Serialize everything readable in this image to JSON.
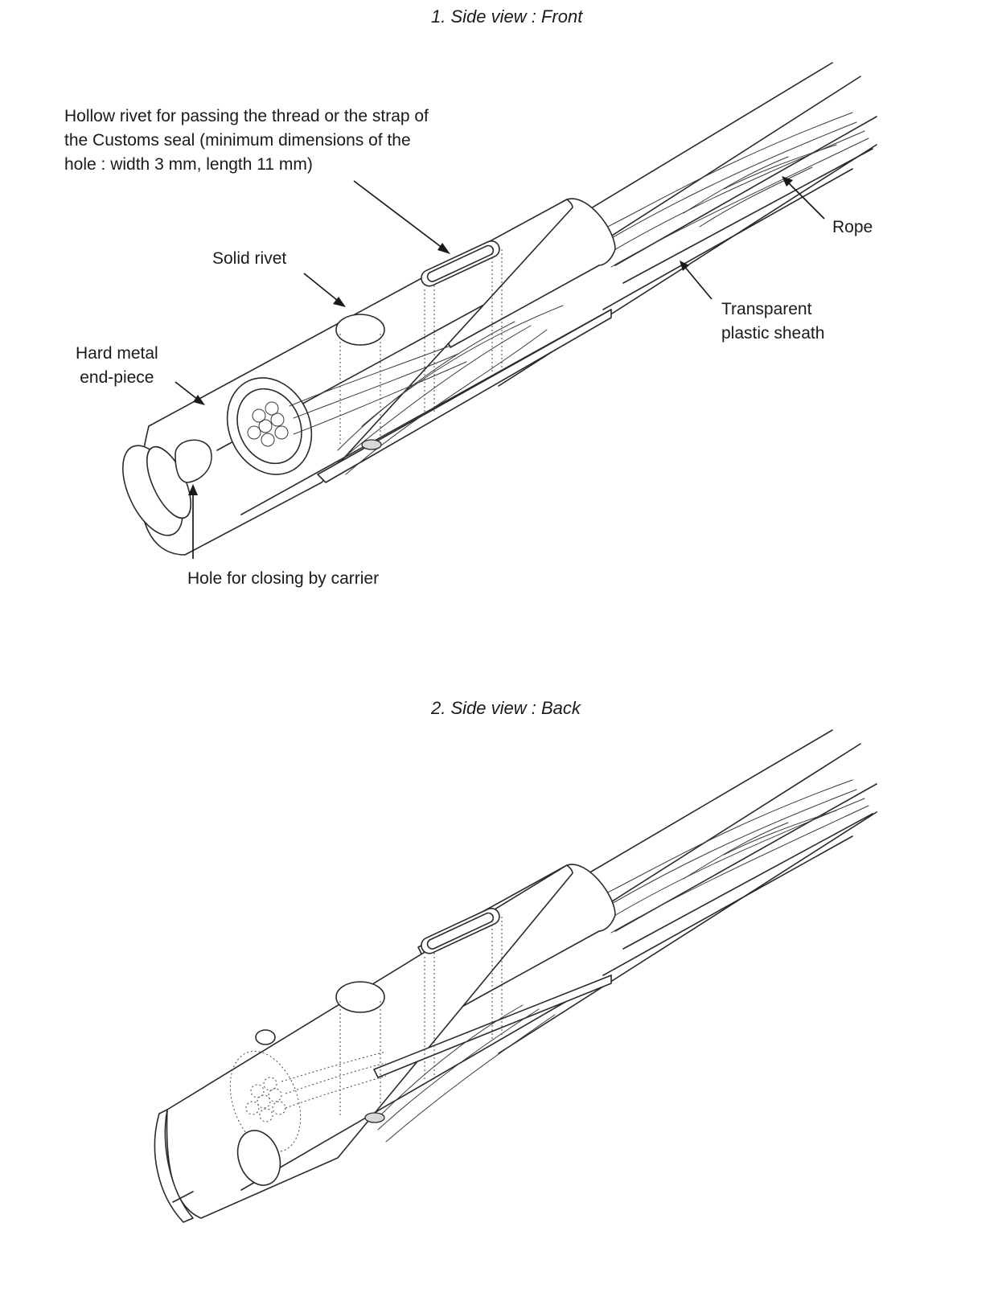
{
  "views": [
    {
      "title": "1. Side view : Front",
      "labels": {
        "hollow_rivet": [
          "Hollow rivet for passing the thread or the strap of",
          "the Customs seal (minimum dimensions of the",
          "hole : width 3 mm, length 11 mm)"
        ],
        "solid_rivet": "Solid rivet",
        "hard_metal": [
          "Hard metal",
          "end-piece"
        ],
        "hole_closing": "Hole for closing by carrier",
        "rope": "Rope",
        "sheath": [
          "Transparent",
          "plastic sheath"
        ]
      }
    },
    {
      "title": "2. Side view : Back"
    }
  ]
}
